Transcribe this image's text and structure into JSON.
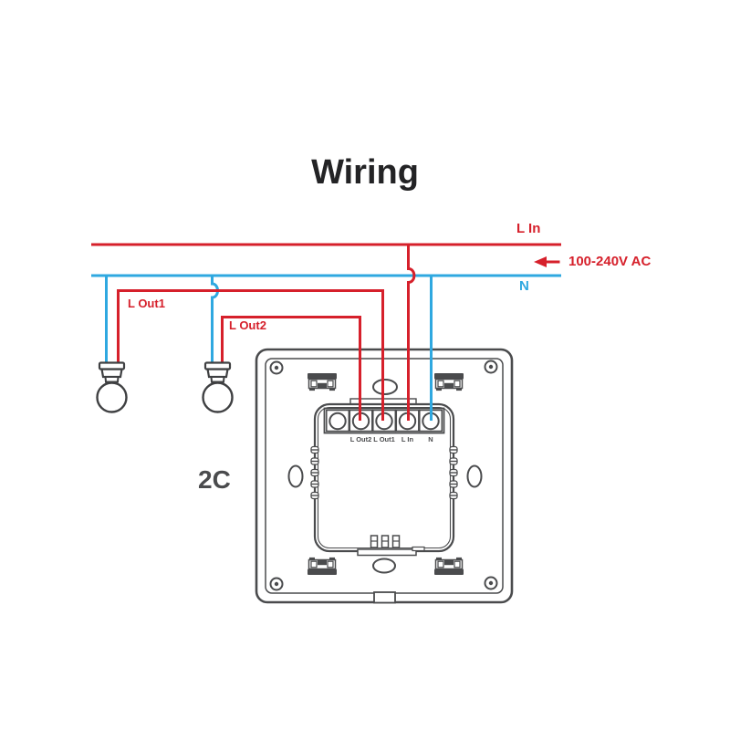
{
  "title": "Wiring",
  "supply": {
    "live_label": "L In",
    "neutral_label": "N",
    "voltage_label": "100-240V AC"
  },
  "outputs": {
    "out1_label": "L Out1",
    "out2_label": "L Out2"
  },
  "device": {
    "gang_label": "2C",
    "terminal_labels": [
      "L Out2",
      "L Out1",
      "L In",
      "N"
    ]
  },
  "icons": {
    "arrow": "left-arrow-icon",
    "lamps": "light-bulb-icon"
  },
  "colors": {
    "live": "#d6202b",
    "neutral": "#2fa8e0",
    "outline": "#4a4b4d",
    "bulb_outline": "#3f4042",
    "text_dark": "#232325"
  }
}
